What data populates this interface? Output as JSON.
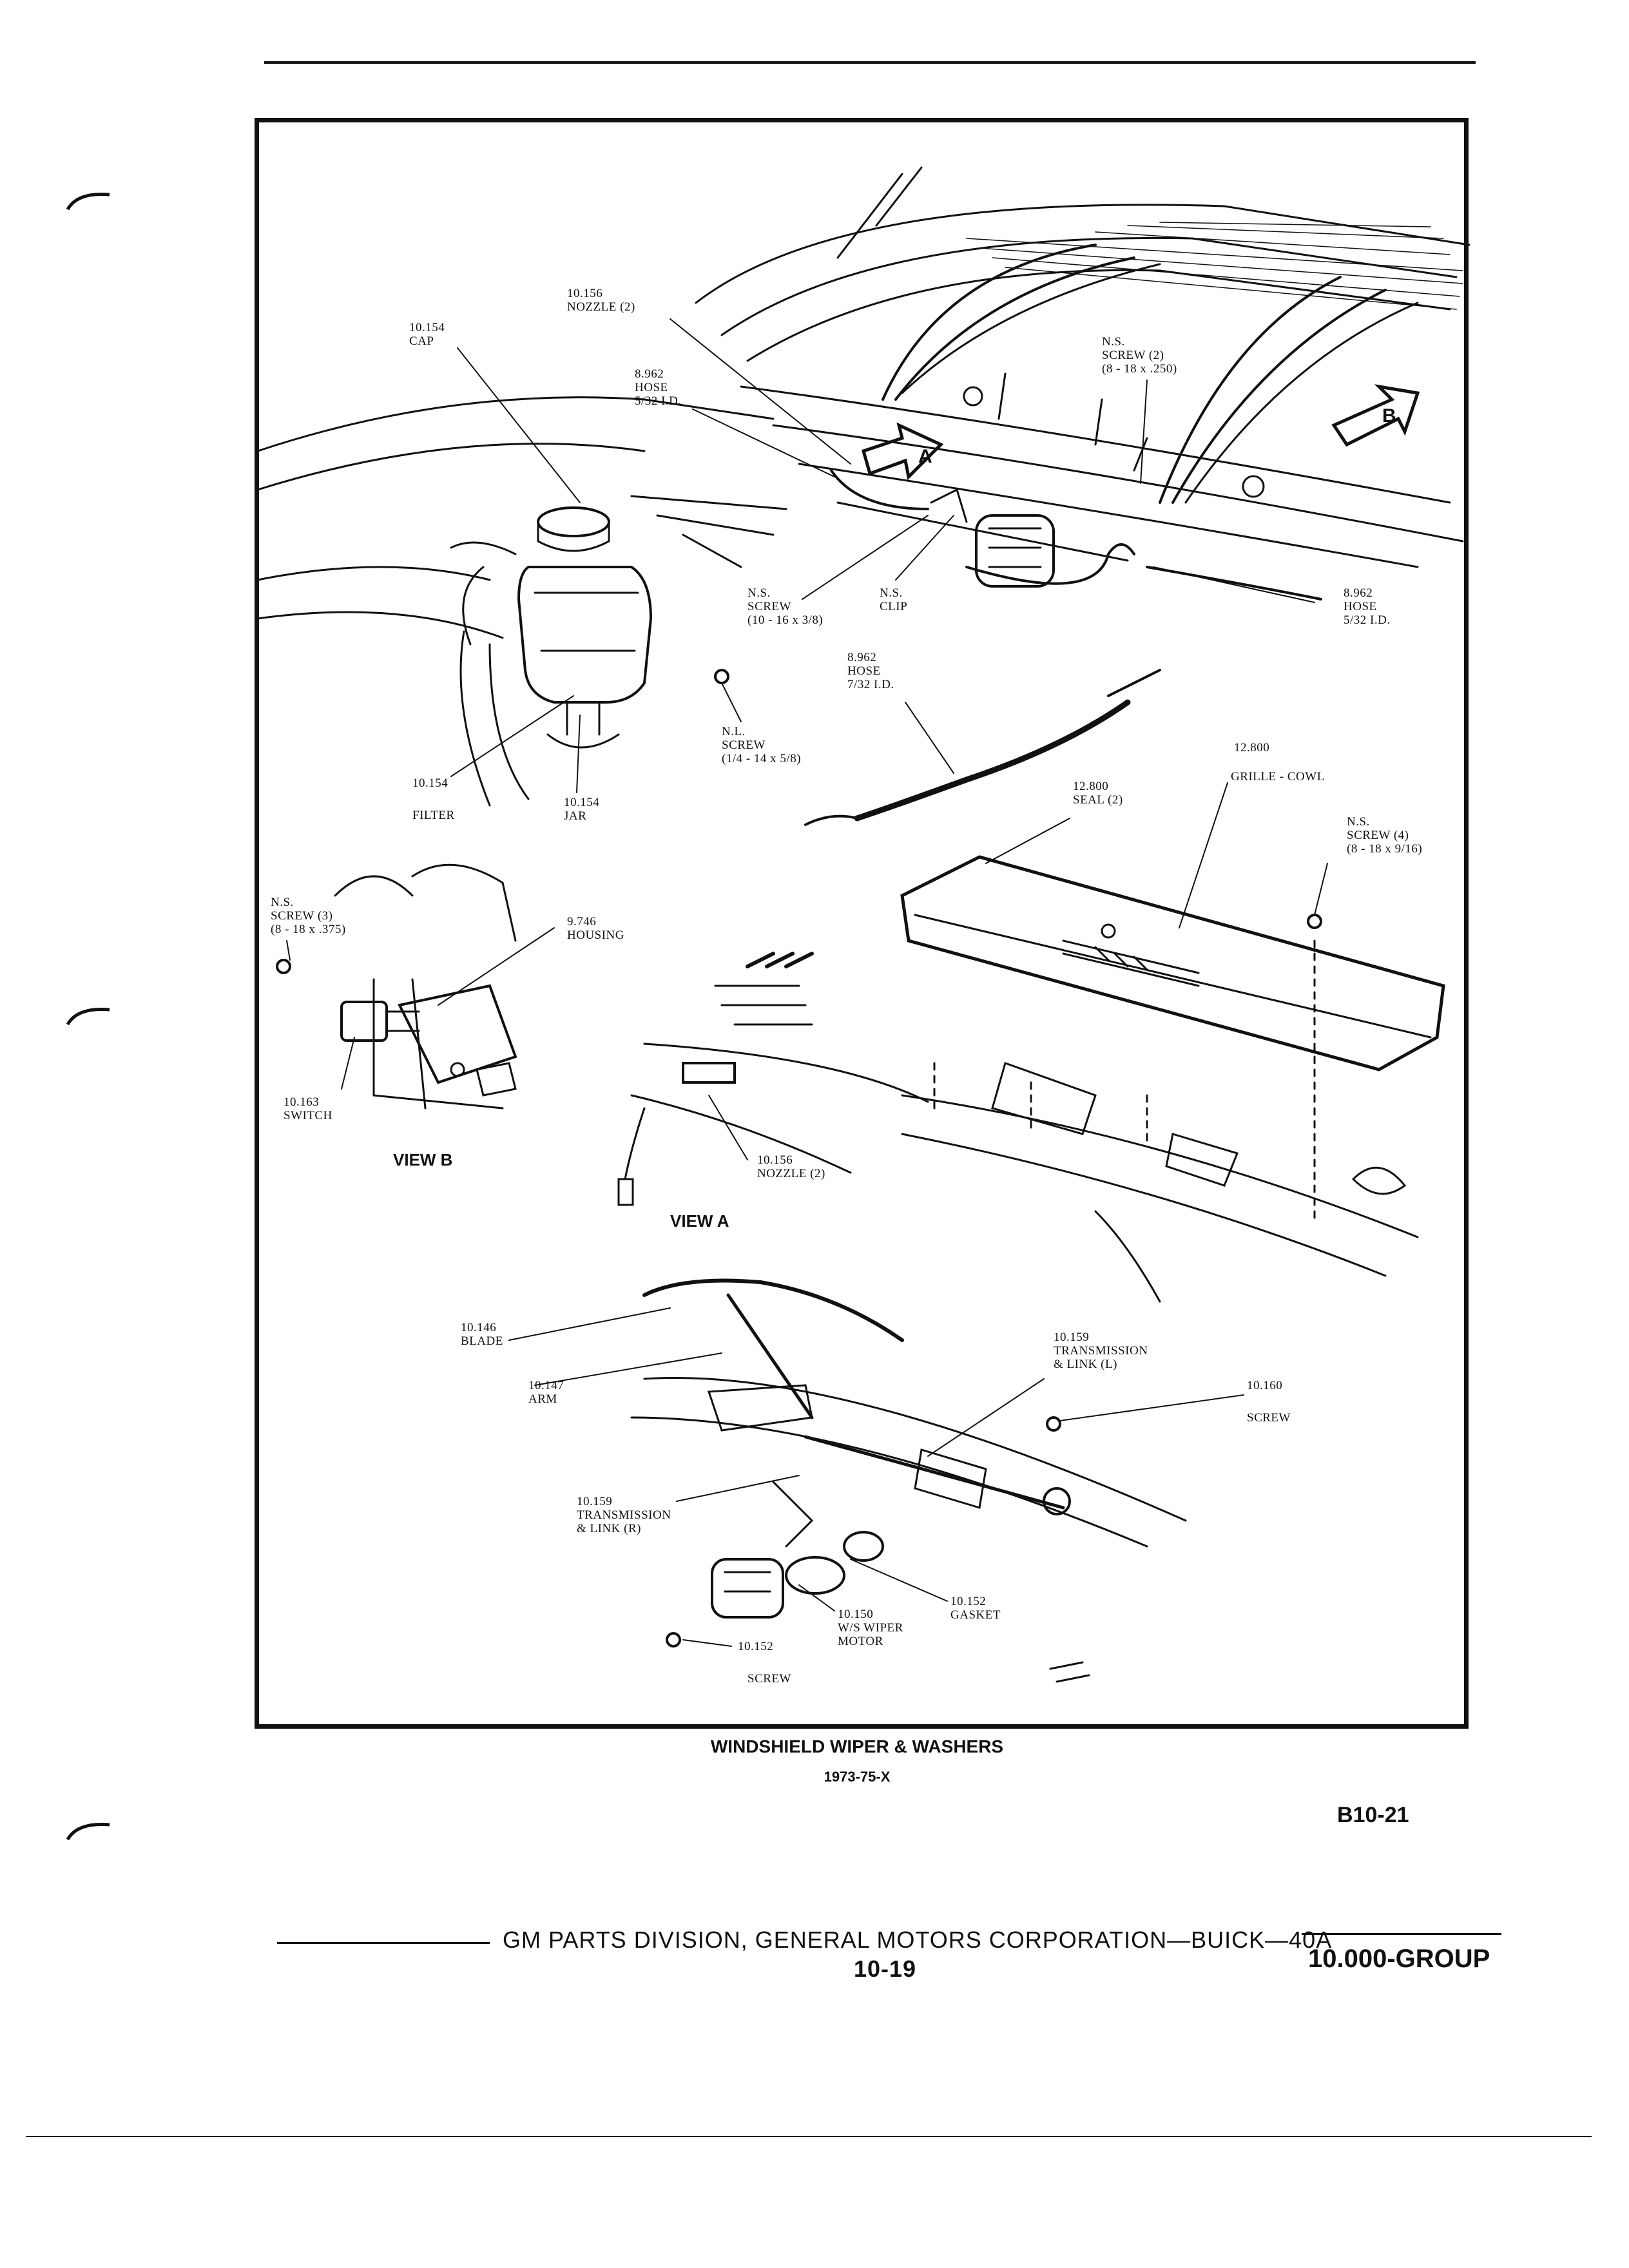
{
  "labels": {
    "cap": "10.154\nCAP",
    "nozzle_top": "10.156\nNOZZLE (2)",
    "hose_left": "8.962\nHOSE\n5/32 I.D.",
    "screw_250": "N.S.\nSCREW (2)\n(8 - 18 x .250)",
    "screw_38": "N.S.\nSCREW\n(10 - 16 x 3/8)",
    "clip": "N.S.\nCLIP",
    "hose_right": "8.962\nHOSE\n5/32 I.D.",
    "hose_mid": "8.962\nHOSE\n7/32 I.D.",
    "nl_screw": "N.L.\nSCREW\n(1/4 - 14 x 5/8)",
    "filter_num": "10.154",
    "filter_name": "FILTER",
    "jar": "10.154\nJAR",
    "grille_num": "12.800",
    "grille_name": "GRILLE - COWL",
    "seal": "12.800\nSEAL (2)",
    "screw_916": "N.S.\nSCREW (4)\n(8 - 18 x 9/16)",
    "screw_375": "N.S.\nSCREW (3)\n(8 - 18 x .375)",
    "housing": "9.746\nHOUSING",
    "switch": "10.163\nSWITCH",
    "nozzle_view_a": "10.156\nNOZZLE (2)",
    "blade": "10.146\nBLADE",
    "arm": "10.147\nARM",
    "trans_l": "10.159\nTRANSMISSION\n& LINK (L)",
    "screw_160_num": "10.160",
    "screw_160_name": "SCREW",
    "trans_r": "10.159\nTRANSMISSION\n& LINK (R)",
    "motor": "10.150\nW/S WIPER\nMOTOR",
    "gasket": "10.152\nGASKET",
    "screw_152_num": "10.152",
    "screw_152_name": "SCREW"
  },
  "views": {
    "view_b": "VIEW B",
    "view_a": "VIEW A"
  },
  "callouts": {
    "a": "A",
    "b": "B"
  },
  "caption": {
    "title": "WINDSHIELD WIPER & WASHERS",
    "years": "1973-75-X"
  },
  "page_code": "B10-21",
  "footer": {
    "division": "GM PARTS DIVISION, GENERAL MOTORS CORPORATION—BUICK—40A",
    "page": "10-19",
    "group": "10.000-GROUP"
  }
}
